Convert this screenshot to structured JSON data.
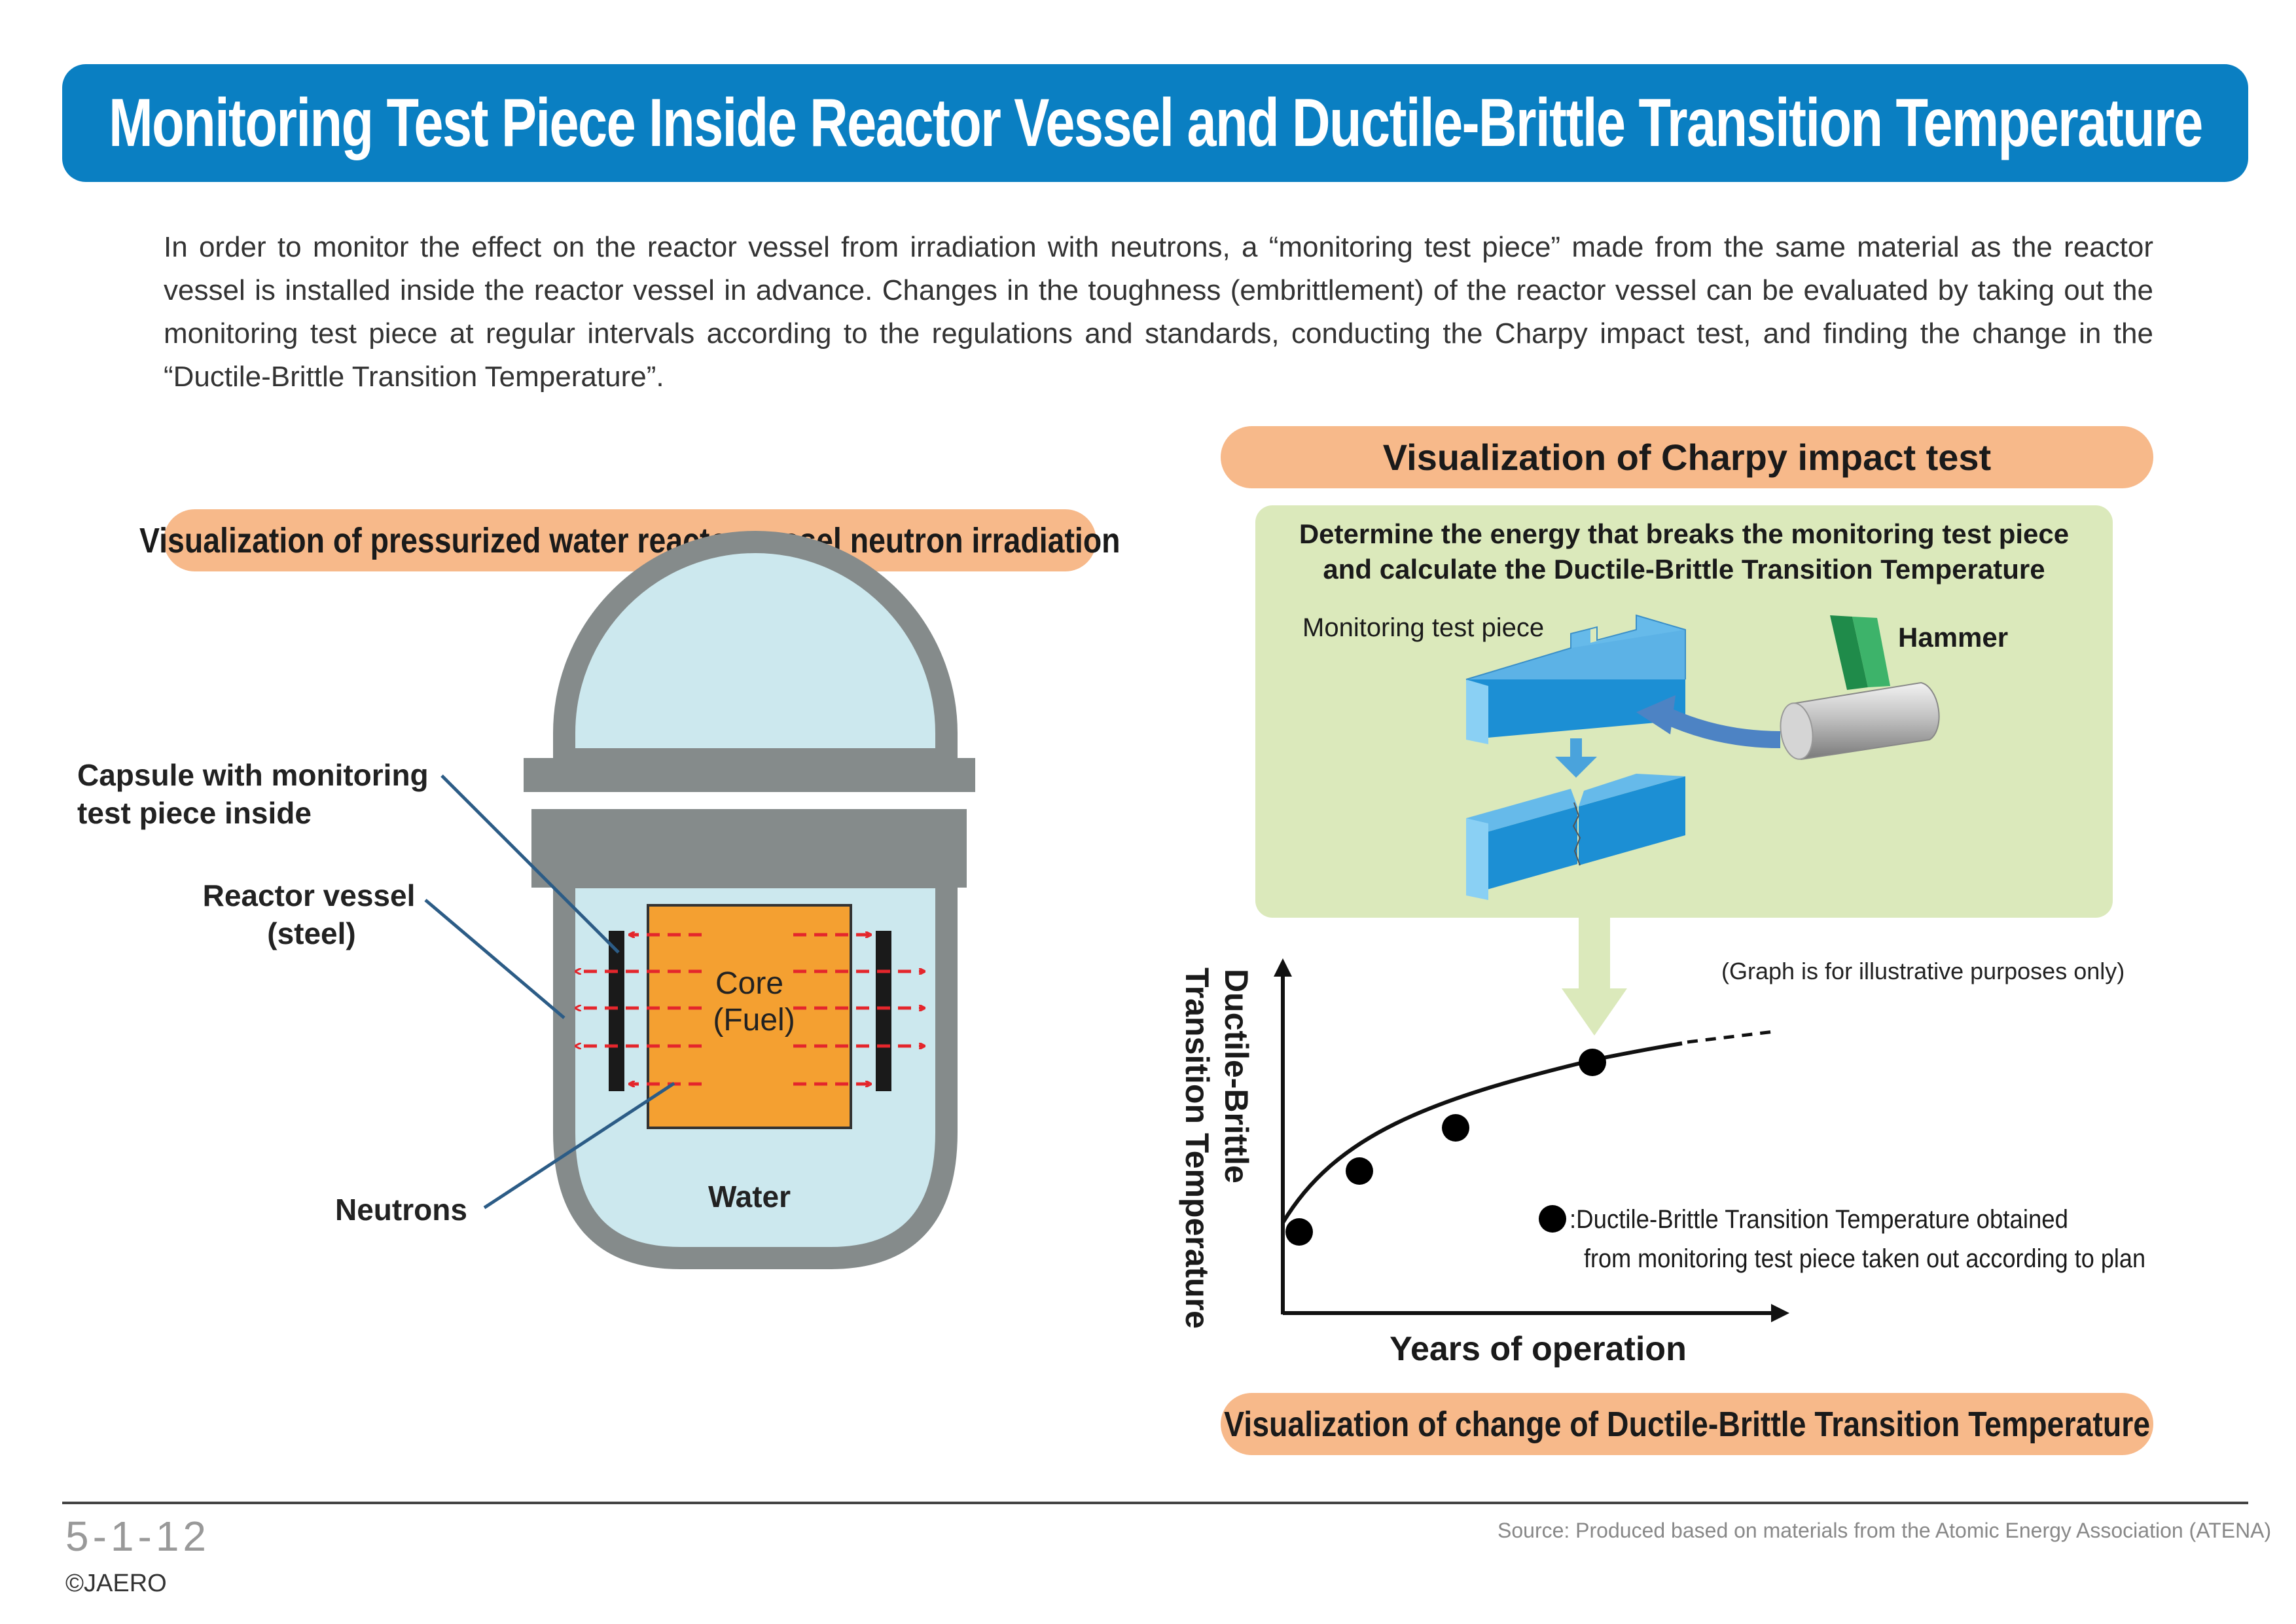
{
  "title": "Monitoring Test Piece Inside Reactor Vessel and Ductile-Brittle Transition Temperature",
  "intro": "In order to monitor the effect on the reactor vessel from irradiation with neutrons, a “monitoring test piece” made from the same material as the reactor vessel is installed inside the reactor vessel in advance. Changes in the toughness (embrittlement) of the reactor vessel can be evaluated by taking out the monitoring test piece at regular intervals according to the regulations and standards, conducting the Charpy impact test, and finding the change in the “Ductile-Brittle Transition Temperature”.",
  "left_panel": {
    "heading": "Visualization of pressurized water reactor  vessel neutron irradiation",
    "labels": {
      "capsule_line1": "Capsule with monitoring",
      "capsule_line2": "test piece inside",
      "vessel_line1": "Reactor vessel",
      "vessel_line2": "(steel)",
      "core_line1": "Core",
      "core_line2": "(Fuel)",
      "neutrons": "Neutrons",
      "water": "Water"
    }
  },
  "charpy_panel": {
    "heading": "Visualization of Charpy impact test",
    "desc_line1": "Determine the energy that breaks the monitoring test piece",
    "desc_line2": "and calculate the Ductile-Brittle Transition Temperature",
    "test_piece_label": "Monitoring test piece",
    "hammer_label": "Hammer"
  },
  "graph": {
    "note": "(Graph is for illustrative purposes only)",
    "ylabel_line1": "Ductile-Brittle",
    "ylabel_line2": "Transition Temperature",
    "xlabel": "Years of operation",
    "legend_line1": ":Ductile-Brittle Transition Temperature obtained",
    "legend_line2": "from monitoring test piece taken out according to plan",
    "heading": "Visualization of change of Ductile-Brittle Transition Temperature"
  },
  "footer": {
    "page_number": "5-1-12",
    "copyright": "©JAERO",
    "source": "Source: Produced based on materials from the Atomic Energy Association (ATENA)"
  },
  "colors": {
    "title_blue": "#0a7fc2",
    "pill_orange": "#f7b98a",
    "vessel_gray": "#858b8b",
    "water_blue": "#cce8ee",
    "core_orange": "#f4a031",
    "neutron_red": "#e4262c",
    "panel_green": "#dbe9bb",
    "piece_blue": "#1c8fd4"
  }
}
